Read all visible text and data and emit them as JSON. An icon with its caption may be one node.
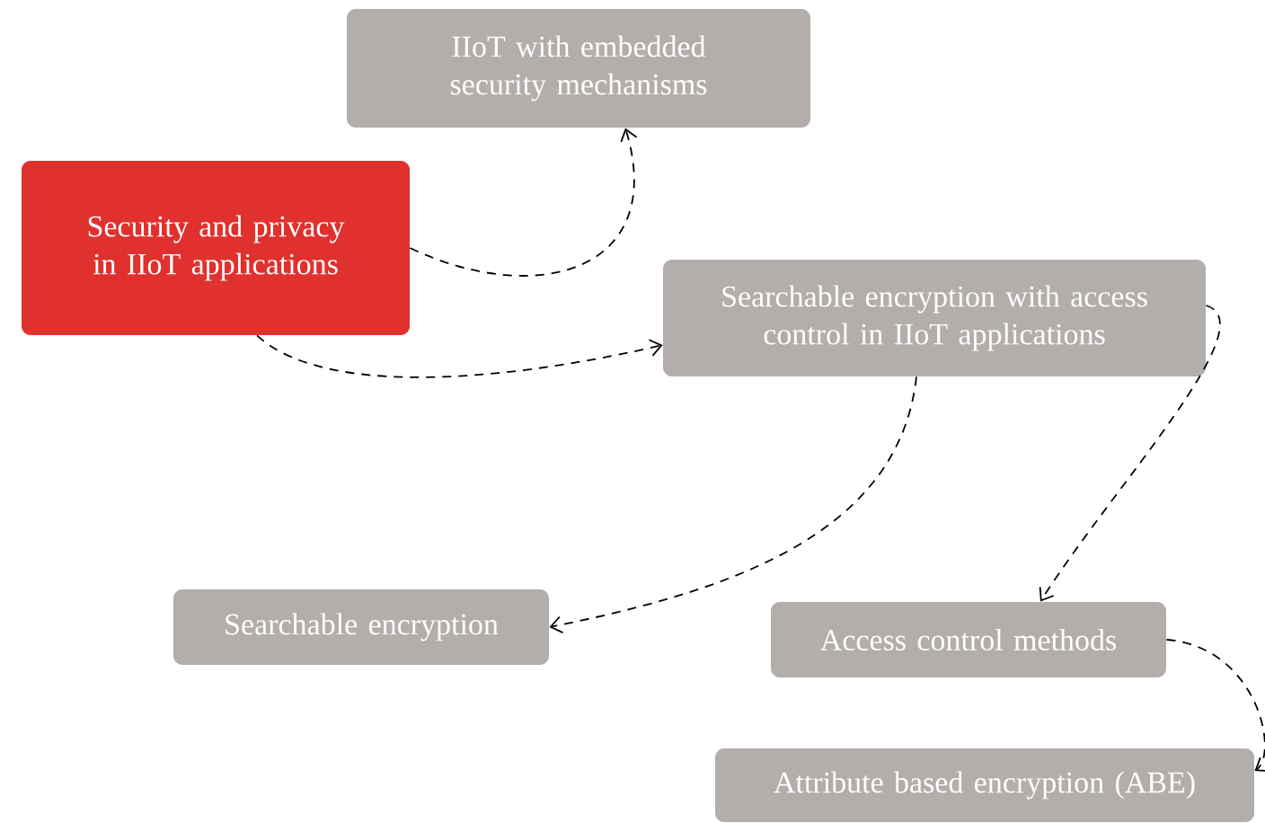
{
  "diagram": {
    "nodes": [
      {
        "text": [
          "IIoT with embedded security mechanisms"
        ]
      },
      {
        "text": [
          "Security and privacy in IIoT applications"
        ]
      },
      {
        "text": [
          "Searchable encryption with access control in IIoT applications"
        ]
      },
      {
        "text": [
          "Searchable encryption"
        ]
      },
      {
        "text": [
          "Access control methods"
        ]
      },
      {
        "text": [
          "Attribute based encryption (ABE)"
        ]
      }
    ],
    "edges": [
      {
        "from": 1,
        "to": 0,
        "arrow": "to",
        "style": "dashed"
      },
      {
        "from": 1,
        "to": 2,
        "arrow": "to",
        "style": "dashed"
      },
      {
        "from": 2,
        "to": 3,
        "arrow": "to",
        "style": "dashed"
      },
      {
        "from": 2,
        "to": 4,
        "arrow": "to",
        "style": "dashed"
      },
      {
        "from": 4,
        "to": 5,
        "arrow": "to",
        "style": "dashed"
      }
    ]
  }
}
